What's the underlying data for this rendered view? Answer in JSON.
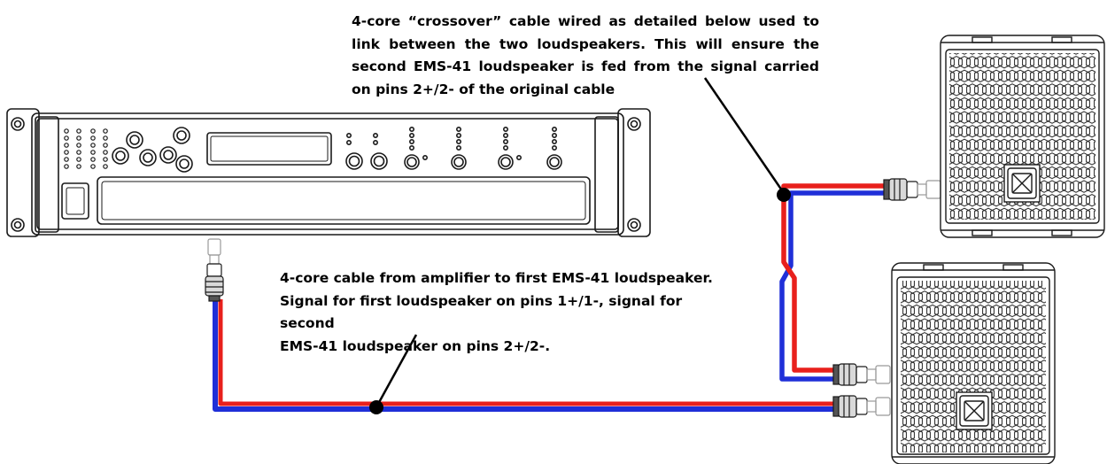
{
  "callouts": {
    "crossover_cable": {
      "text": "4-core “crossover” cable wired as detailed below used to link between the two loudspeakers.  This will ensure the second EMS-41 loudspeaker is fed from the signal carried on pins 2+/2- of the original cable"
    },
    "main_cable": {
      "lines": [
        "4-core cable from amplifier to first EMS-41 loudspeaker.",
        "Signal for first loudspeaker on pins 1+/1-, signal for second",
        "EMS-41 loudspeaker on pins 2+/2-."
      ]
    }
  },
  "colors": {
    "wire_positive": "#e8201c",
    "wire_negative": "#1f2fd8",
    "outline": "#1a1a1a"
  },
  "icons": [
    "amplifier-rack-unit",
    "loudspeaker-cabinet",
    "speakon-connector",
    "callout-dot"
  ]
}
